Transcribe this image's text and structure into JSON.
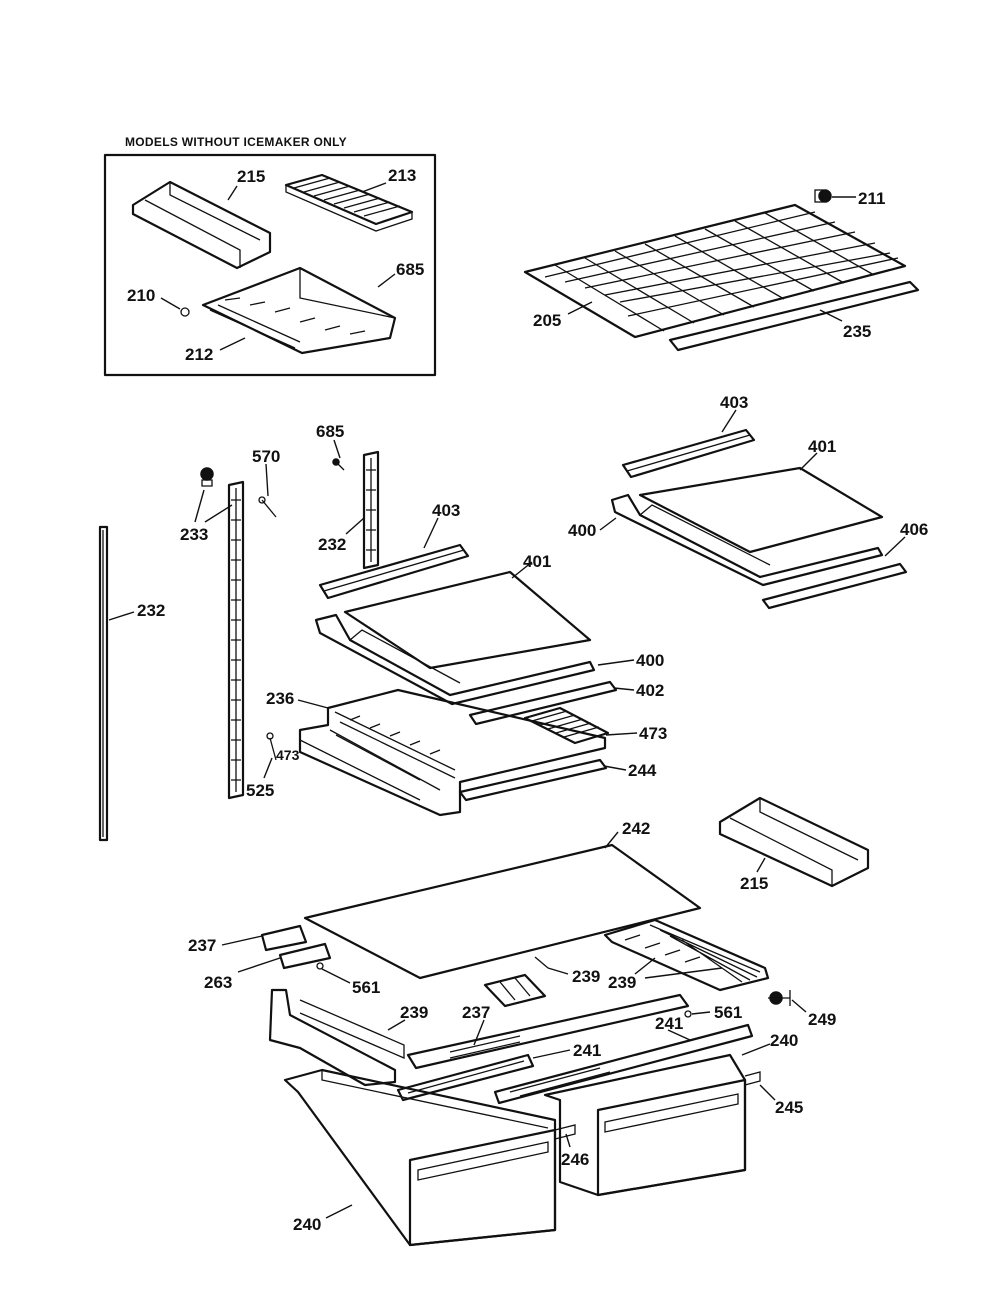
{
  "inset_title": "MODELS WITHOUT ICEMAKER ONLY",
  "callouts": {
    "c215a": "215",
    "c213": "213",
    "c685a": "685",
    "c210": "210",
    "c212": "212",
    "c211": "211",
    "c205": "205",
    "c235": "235",
    "c403a": "403",
    "c401a": "401",
    "c400a": "400",
    "c406": "406",
    "c685b": "685",
    "c570": "570",
    "c233": "233",
    "c232a": "232",
    "c232b": "232",
    "c403b": "403",
    "c401b": "401",
    "c400b": "400",
    "c402": "402",
    "c236": "236",
    "c473a": "473",
    "c473b": "473",
    "c525": "525",
    "c244": "244",
    "c242": "242",
    "c215b": "215",
    "c237a": "237",
    "c263": "263",
    "c561a": "561",
    "c239a": "239",
    "c239b": "239",
    "c239c": "239",
    "c237b": "237",
    "c561b": "561",
    "c249": "249",
    "c241a": "241",
    "c241b": "241",
    "c240a": "240",
    "c245": "245",
    "c246": "246",
    "c240b": "240"
  }
}
